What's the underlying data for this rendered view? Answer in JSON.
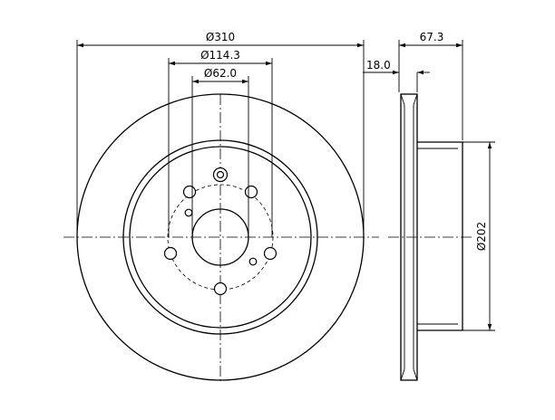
{
  "dimensions": {
    "outer_diameter": "Ø310",
    "pcd": "Ø114.3",
    "center_bore": "Ø62.0",
    "min_thickness": "18.0",
    "total_height": "67.3",
    "hat_diameter": "Ø202"
  },
  "colors": {
    "line": "#000000",
    "background": "#ffffff"
  }
}
